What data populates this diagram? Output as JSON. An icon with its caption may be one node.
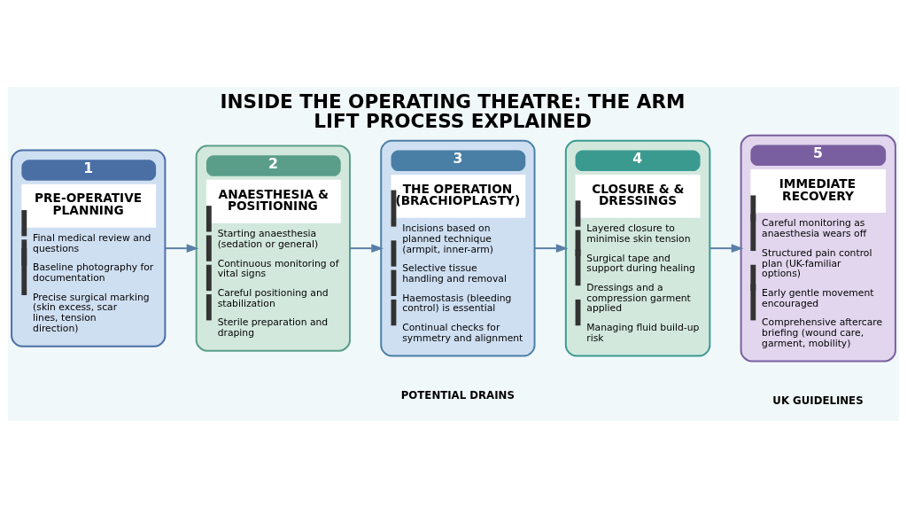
{
  "diagram": {
    "title": "INSIDE THE OPERATING THEATRE: THE ARM LIFT PROCESS EXPLAINED",
    "nodes": [
      {
        "text": [
          "1",
          "PRE-OPERATIVE PLANNING",
          "Final medical review and questions",
          "Baseline photography for documentation",
          "Precise surgical marking (skin excess, scar lines, tension direction)"
        ]
      },
      {
        "text": [
          "2",
          "ANAESTHESIA & POSITIONING",
          "Starting anaesthesia (sedation or general)",
          "Continuous monitoring of vital signs",
          "Careful positioning and stabilization",
          "Sterile preparation and draping"
        ]
      },
      {
        "text": [
          "3",
          "THE OPERATION (BRACHIOPLASTY)",
          "Incisions based on planned technique (armpit, inner-arm)",
          "Selective tissue handling and removal",
          "Haemostasis (bleeding control) is essential",
          "Continual checks for symmetry and alignment"
        ]
      },
      {
        "text": [
          "4",
          "CLOSURE & & DRESSINGS",
          "Layered closure to minimise skin tension",
          "Surgical tape and support during healing",
          "Dressings and a compression garment applied",
          "Managing fluid build-up risk"
        ]
      },
      {
        "text": [
          "5",
          "IMMEDIATE RECOVERY",
          "Careful monitoring as anaesthesia wears off",
          "Structured pain control plan (UK-familiar options)",
          "Early gentle movement encouraged",
          "Comprehensive aftercare briefing (wound care, garment, mobility)"
        ]
      }
    ],
    "edges": [
      {
        "from": 0,
        "to": 1,
        "arrow": "to"
      },
      {
        "from": 1,
        "to": 2,
        "arrow": "to"
      },
      {
        "from": 2,
        "to": 3,
        "arrow": "to"
      },
      {
        "from": 3,
        "to": 4,
        "arrow": "to"
      }
    ],
    "labels": [
      "POTENTIAL DRAINS",
      "UK GUIDELINES"
    ]
  }
}
